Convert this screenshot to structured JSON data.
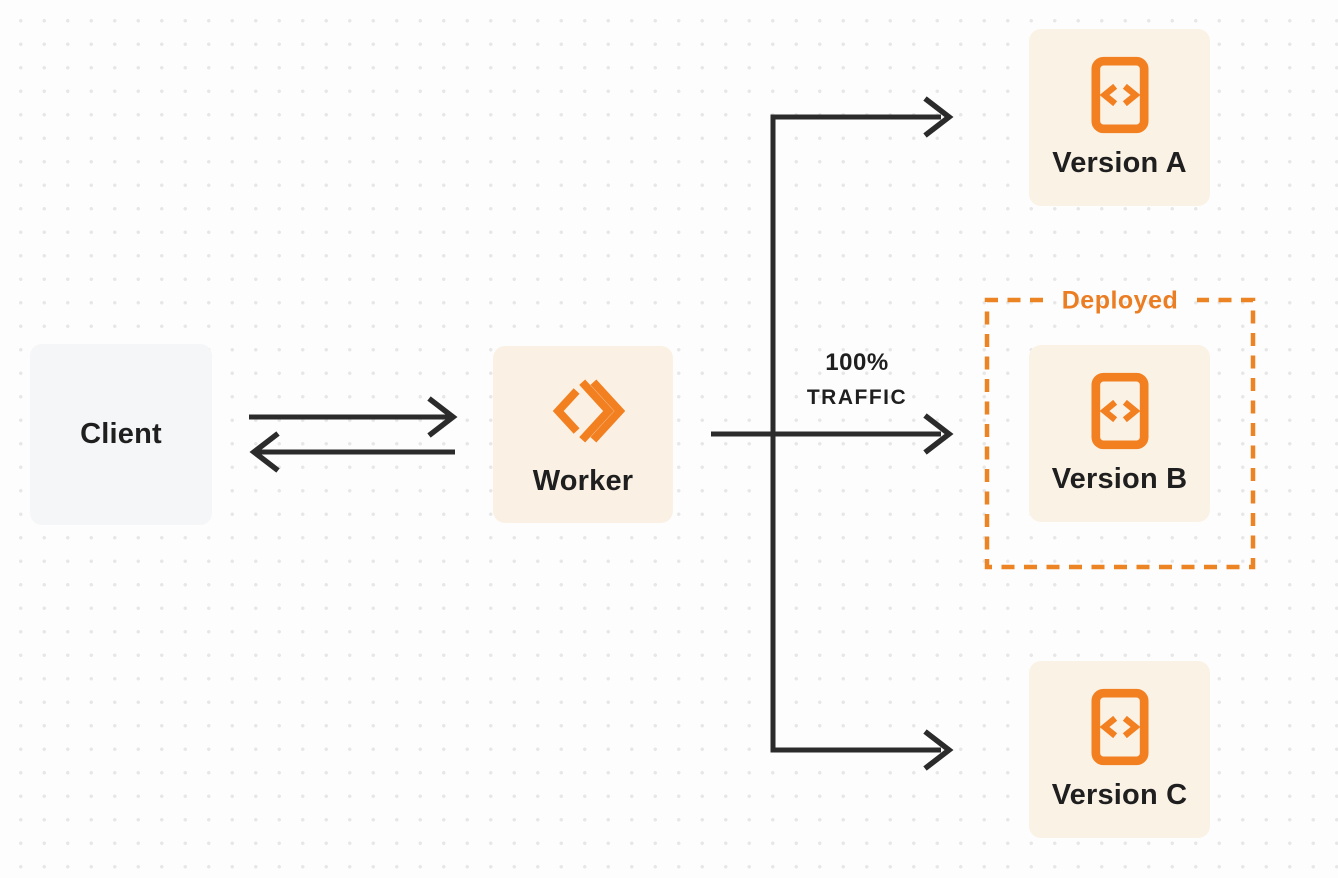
{
  "diagram": {
    "background": {
      "color": "#FDFDFD",
      "dot_grid_color": "#E7E7E7"
    },
    "nodes": {
      "client": {
        "label": "Client",
        "fill": "#F5F6F7"
      },
      "worker": {
        "label": "Worker",
        "fill": "#FAF1E4",
        "icon": "cloudflare-workers-icon",
        "icon_color": "#F28021"
      },
      "version_a": {
        "label": "Version A",
        "fill": "#FBF2E6",
        "icon": "code-file-icon",
        "icon_color": "#F28021"
      },
      "version_b": {
        "label": "Version B",
        "fill": "#FBF2E6",
        "icon": "code-file-icon",
        "icon_color": "#F28021"
      },
      "version_c": {
        "label": "Version C",
        "fill": "#FBF2E6",
        "icon": "code-file-icon",
        "icon_color": "#F28021"
      }
    },
    "annotations": {
      "traffic": {
        "line1": "100%",
        "line2": "TRAFFIC",
        "color": "#1F1F1F"
      },
      "deployed": {
        "label": "Deployed",
        "text_color": "#EB7D23",
        "border_color": "#EC8424"
      }
    },
    "connectors": {
      "color": "#2B2B2B",
      "edges": [
        "client to worker (request, right arrow)",
        "worker to client (response, left arrow)",
        "worker to version_a (branch up)",
        "worker to version_b (straight, 100% traffic)",
        "worker to version_c (branch down)"
      ]
    }
  }
}
